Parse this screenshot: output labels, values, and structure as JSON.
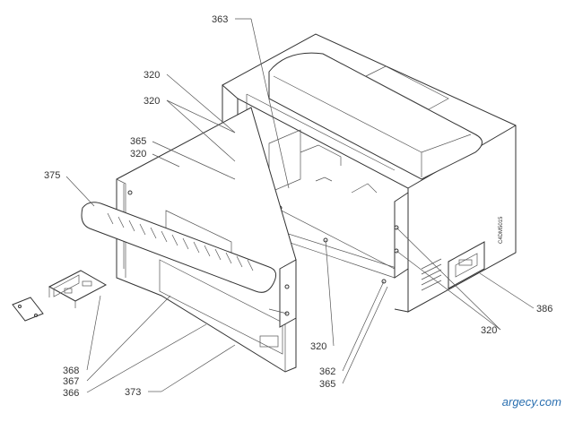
{
  "callouts": {
    "c363": "363",
    "c320_a": "320",
    "c320_b": "320",
    "c365_a": "365",
    "c320_c": "320",
    "c375": "375",
    "c386": "386",
    "c320_d": "320",
    "c320_e": "320",
    "c362": "362",
    "c365_b": "365",
    "c368": "368",
    "c367": "367",
    "c366": "366",
    "c373": "373"
  },
  "side_code": "C4DM5015",
  "watermark": "argecy.com"
}
